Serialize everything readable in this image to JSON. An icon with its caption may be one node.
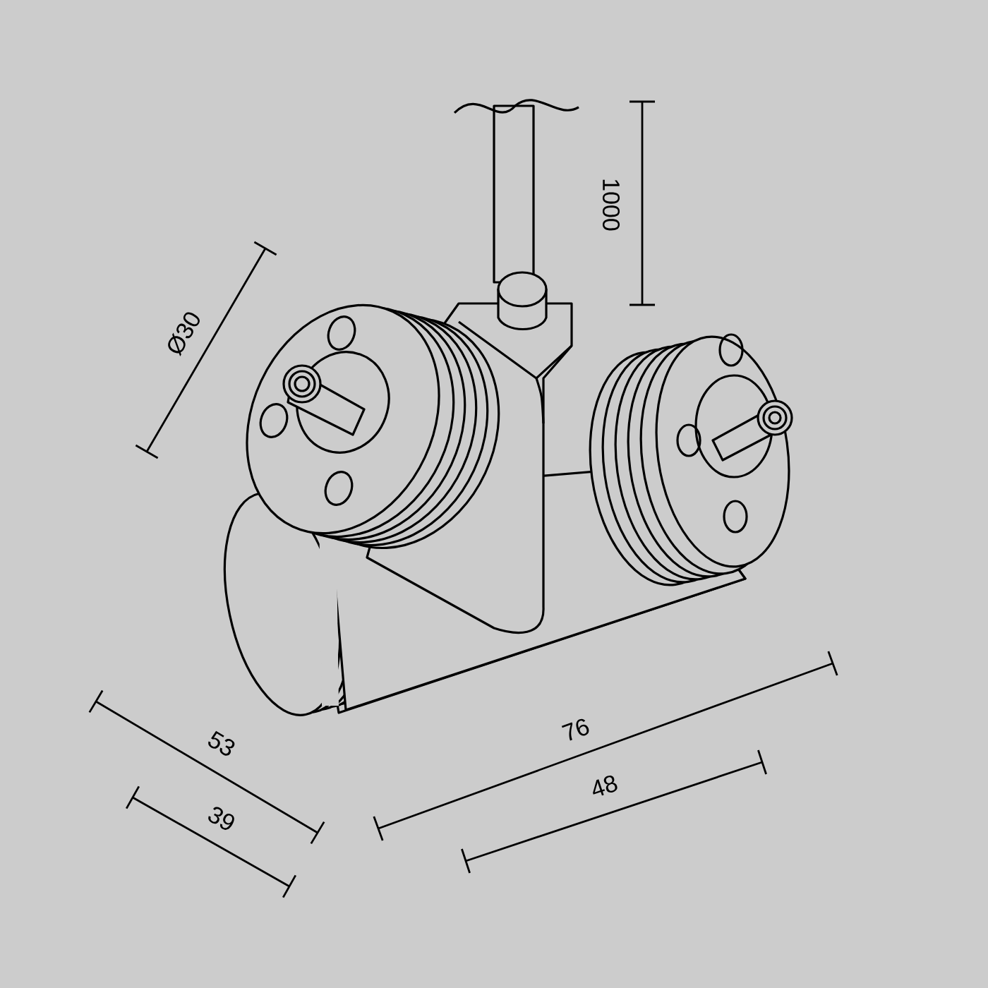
{
  "diagram": {
    "labels": [
      "Ø30",
      "1000",
      "53",
      "39",
      "76",
      "48"
    ]
  }
}
